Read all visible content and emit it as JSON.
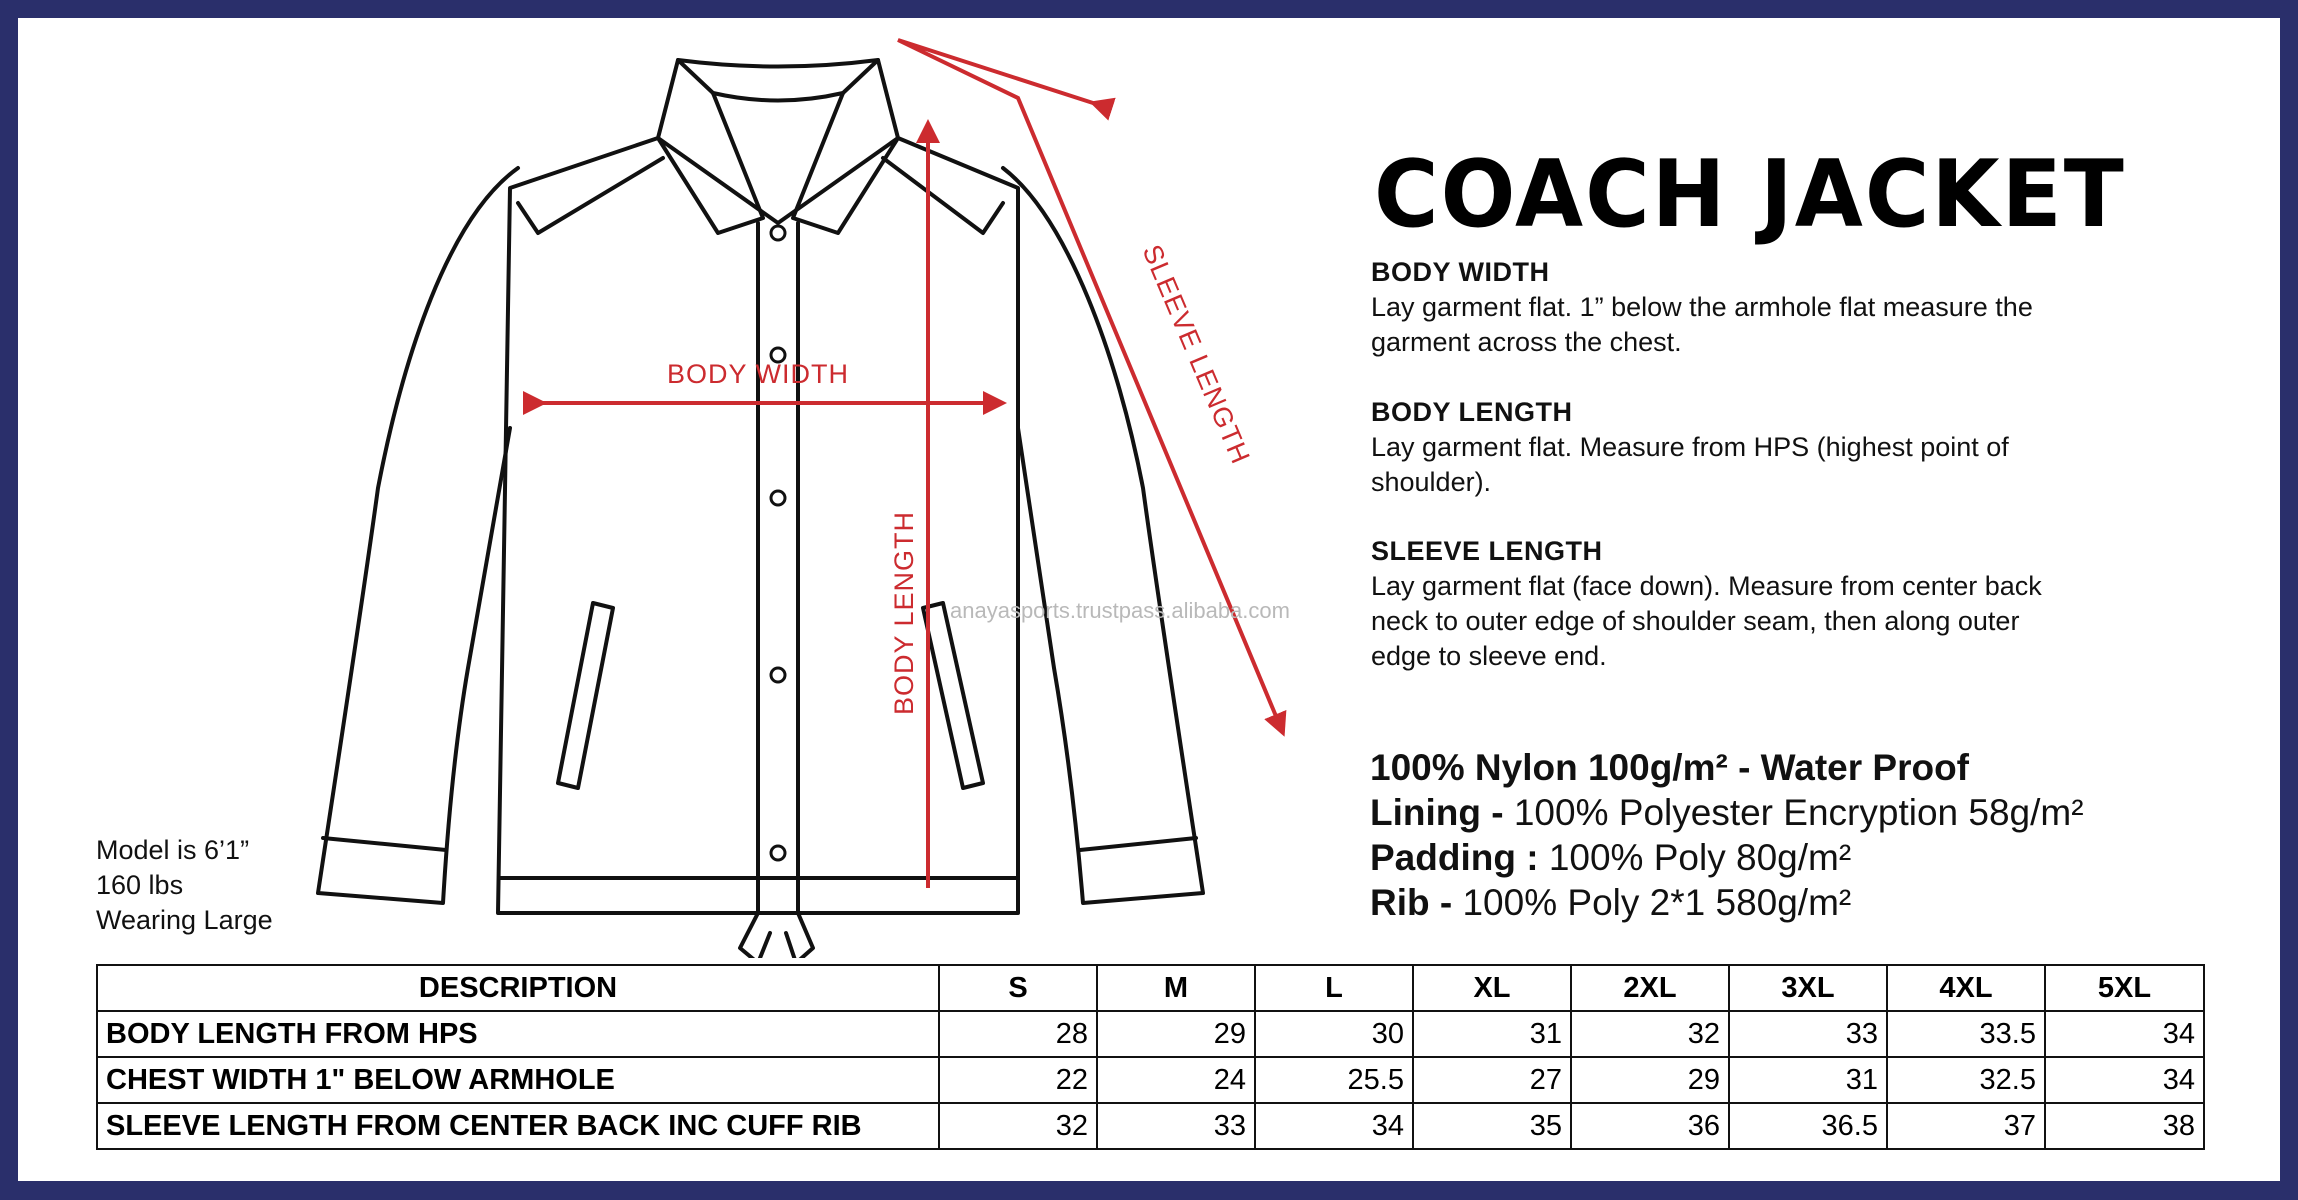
{
  "title": "COACH JACKET",
  "diagram": {
    "body_width_label": "BODY WIDTH",
    "body_length_label": "BODY LENGTH",
    "sleeve_length_label": "SLEEVE LENGTH"
  },
  "watermark": "anayasports.trustpass.alibaba.com",
  "sections": [
    {
      "heading": "BODY WIDTH",
      "lines": [
        "Lay garment flat. 1” below the armhole flat measure the",
        "garment across the chest."
      ]
    },
    {
      "heading": "BODY LENGTH",
      "lines": [
        "Lay garment flat. Measure from HPS (highest point of",
        "shoulder)."
      ]
    },
    {
      "heading": "SLEEVE LENGTH",
      "lines": [
        "Lay garment flat (face down). Measure from center back",
        "neck to outer edge of shoulder seam, then along outer",
        "edge to sleeve end."
      ]
    }
  ],
  "fabric": {
    "main": "100% Nylon 100g/m² - Water Proof",
    "lining_label": "Lining -",
    "lining_value": " 100% Polyester Encryption 58g/m²",
    "padding_label": "Padding :",
    "padding_value": " 100% Poly 80g/m²",
    "rib_label": "Rib -",
    "rib_value": " 100% Poly 2*1 580g/m²"
  },
  "model": [
    "Model is 6’1”",
    "160 lbs",
    "Wearing Large"
  ],
  "size_table": {
    "headers": [
      "DESCRIPTION",
      "S",
      "M",
      "L",
      "XL",
      "2XL",
      "3XL",
      "4XL",
      "5XL"
    ],
    "rows": [
      {
        "desc": "BODY LENGTH FROM HPS",
        "values": [
          "28",
          "29",
          "30",
          "31",
          "32",
          "33",
          "33.5",
          "34"
        ]
      },
      {
        "desc": "CHEST WIDTH 1\" BELOW ARMHOLE",
        "values": [
          "22",
          "24",
          "25.5",
          "27",
          "29",
          "31",
          "32.5",
          "34"
        ]
      },
      {
        "desc": "SLEEVE LENGTH FROM CENTER BACK INC CUFF RIB",
        "values": [
          "32",
          "33",
          "34",
          "35",
          "36",
          "36.5",
          "37",
          "38"
        ]
      }
    ]
  },
  "colors": {
    "frame": "#2a2f6b",
    "arrow": "#cc2b2f",
    "outline": "#111111"
  }
}
